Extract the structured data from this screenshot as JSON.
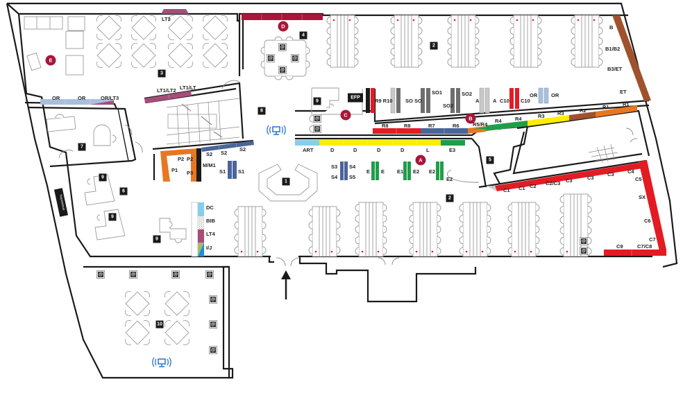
{
  "title": "Library floor plan",
  "colors": {
    "red": "#e31b23",
    "crimson": "#a8163a",
    "mauve": "#a64d79",
    "navy": "#4a6599",
    "orange": "#e87722",
    "green": "#1f9e4a",
    "yellow": "#ffec00",
    "brown": "#a0522d",
    "skyblue": "#87ceeb",
    "lightblue": "#a9bfde",
    "lightgray": "#c8c8c8",
    "darkgray": "#6e6e6e",
    "black": "#1a1a1a",
    "olive": "#a8b870",
    "cyan": "#1a8fd6",
    "wifi": "#2f7bd1"
  },
  "zones": [
    {
      "id": "1",
      "label": "1"
    },
    {
      "id": "2a",
      "label": "2"
    },
    {
      "id": "2b",
      "label": "2"
    },
    {
      "id": "3",
      "label": "3"
    },
    {
      "id": "4",
      "label": "4"
    },
    {
      "id": "5",
      "label": "5"
    },
    {
      "id": "6",
      "label": "6"
    },
    {
      "id": "7",
      "label": "7"
    },
    {
      "id": "8",
      "label": "8"
    },
    {
      "id": "9a",
      "label": "9"
    },
    {
      "id": "9b",
      "label": "9"
    },
    {
      "id": "9c",
      "label": "9"
    },
    {
      "id": "9d",
      "label": "9"
    },
    {
      "id": "10",
      "label": "10"
    },
    {
      "id": "efp",
      "label": "EFP"
    }
  ],
  "points": [
    {
      "id": "A",
      "label": "A"
    },
    {
      "id": "B",
      "label": "B"
    },
    {
      "id": "C",
      "label": "C"
    },
    {
      "id": "D",
      "label": "D"
    },
    {
      "id": "E",
      "label": "E"
    }
  ],
  "shelf_labels": {
    "lt3_top": "LT3",
    "or1": "OR",
    "or2": "OR",
    "or_lt3": "OR/LT3",
    "lt1_lt2": "LT1/LT2",
    "lt1_lt": "LT1/LT",
    "r9_r10": "R9 R10",
    "so_a": "SO",
    "so_b": "SO",
    "so1": "SO1",
    "so2_a": "SO2",
    "so2_b": "SO2",
    "a_a": "A",
    "a_b": "A",
    "c10_a": "C10",
    "c10_b": "C10",
    "or_a": "OR",
    "or_b": "OR",
    "b": "B",
    "b1_b2": "B1/B2",
    "b3_et": "B3/ET",
    "et": "ET",
    "r8_a": "R8",
    "r8_b": "R8",
    "r7": "R7",
    "r6": "R6",
    "r5_r4": "R5/R4",
    "r4_a": "R4",
    "r4_b": "R4",
    "r3_a": "R3",
    "r3_b": "R3",
    "r2": "R2",
    "r1_a": "R1",
    "r1_b": "R1",
    "art": "ART",
    "d1": "D",
    "d2": "D",
    "d3": "D",
    "d4": "D",
    "l": "L",
    "e3": "E3",
    "s3": "S3",
    "s4a": "S4",
    "s4b": "S4",
    "s5": "S5",
    "e_a": "E",
    "e_b": "E",
    "e1": "E1",
    "e2_a": "E2",
    "e2_b": "E2",
    "e2_c": "E2",
    "p2_a": "P2",
    "p2_b": "P2",
    "p1": "P1",
    "p3": "P3",
    "m_m1": "M/M1",
    "s2_a": "S2",
    "s2_b": "S2",
    "s2_c": "S2",
    "s1_a": "S1",
    "s1_b": "S1",
    "c1_a": "C1",
    "c1_b": "C1",
    "c2": "C2",
    "c2_c3": "C2/C3",
    "c3_a": "C3",
    "c3_b": "C3",
    "c3_c": "C3",
    "c4": "C4",
    "c5": "C5",
    "sx": "SX",
    "c6": "C6",
    "c7": "C7",
    "c9": "C9",
    "c7_c8": "C7/C8",
    "dc": "DC",
    "bib": "BIB",
    "lt4": "LT4",
    "ij": "I/J",
    "vertical_sign": "Nopoaneue"
  },
  "legend_icons": {
    "computer": "computer-icon",
    "wifi": "wifi-icon",
    "entrance": "entrance-arrow-icon"
  }
}
